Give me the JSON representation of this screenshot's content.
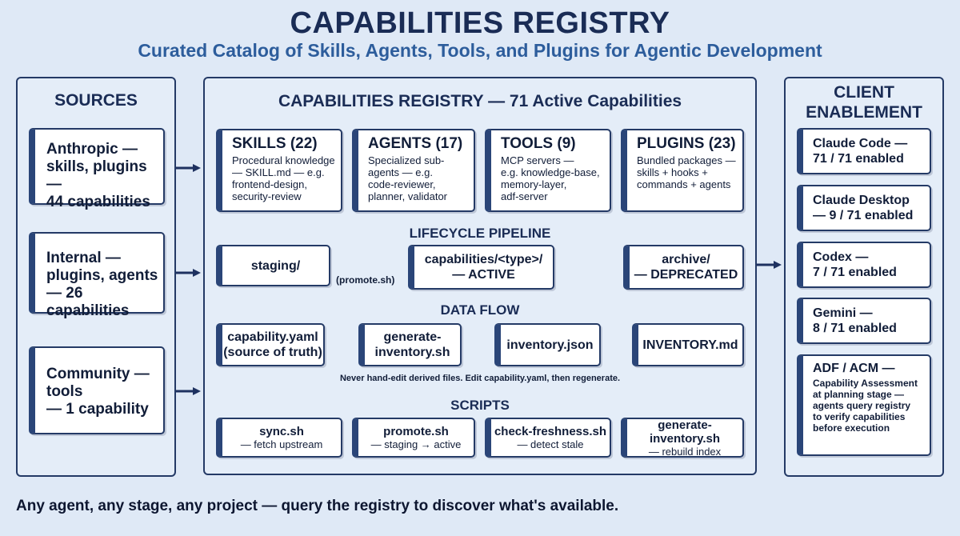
{
  "header": {
    "title": "CAPABILITIES REGISTRY",
    "subtitle": "Curated Catalog of Skills, Agents, Tools, and Plugins for Agentic Development"
  },
  "sources": {
    "title": "SOURCES",
    "items": [
      "Anthropic —\nskills, plugins —\n44 capabilities",
      "Internal —\nplugins, agents\n— 26 capabilities",
      "Community —\ntools\n— 1 capability"
    ]
  },
  "registry": {
    "title": "CAPABILITIES REGISTRY — 71 Active Capabilities",
    "types": [
      {
        "head": "SKILLS (22)",
        "desc": "Procedural knowledge\n— SKILL.md — e.g.\nfrontend-design,\nsecurity-review"
      },
      {
        "head": "AGENTS (17)",
        "desc": "Specialized sub-\nagents — e.g.\ncode-reviewer,\nplanner, validator"
      },
      {
        "head": "TOOLS (9)",
        "desc": "MCP servers —\ne.g. knowledge-base,\nmemory-layer,\nadf-server"
      },
      {
        "head": "PLUGINS (23)",
        "desc": "Bundled packages —\nskills + hooks +\ncommands + agents"
      }
    ],
    "lifecycle": {
      "title": "LIFECYCLE PIPELINE",
      "stages": [
        "staging/",
        "capabilities/<type>/\n— ACTIVE",
        "archive/\n— DEPRECATED"
      ],
      "promote_label": "(promote.sh)"
    },
    "dataflow": {
      "title": "DATA FLOW",
      "steps": [
        "capability.yaml\n(source of truth)",
        "generate-\ninventory.sh",
        "inventory.json",
        "INVENTORY.md"
      ],
      "note": "Never hand-edit derived files. Edit capability.yaml, then regenerate."
    },
    "scripts": {
      "title": "SCRIPTS",
      "items": [
        {
          "name": "sync.sh",
          "desc": "— fetch upstream"
        },
        {
          "name": "promote.sh",
          "desc": "— staging → active"
        },
        {
          "name": "check-freshness.sh",
          "desc": "— detect stale"
        },
        {
          "name": "generate-inventory.sh",
          "desc": "— rebuild index"
        }
      ]
    }
  },
  "clients": {
    "title": "CLIENT\nENABLEMENT",
    "items": [
      "Claude Code —\n71 / 71 enabled",
      "Claude Desktop\n— 9 / 71 enabled",
      "Codex —\n7 / 71 enabled",
      "Gemini —\n8 / 71 enabled"
    ],
    "adf": {
      "head": "ADF / ACM —",
      "desc": "Capability Assessment\nat planning stage —\nagents query registry\nto verify capabilities\nbefore execution"
    }
  },
  "footer": "Any agent, any stage, any project — query the registry to discover what's available."
}
